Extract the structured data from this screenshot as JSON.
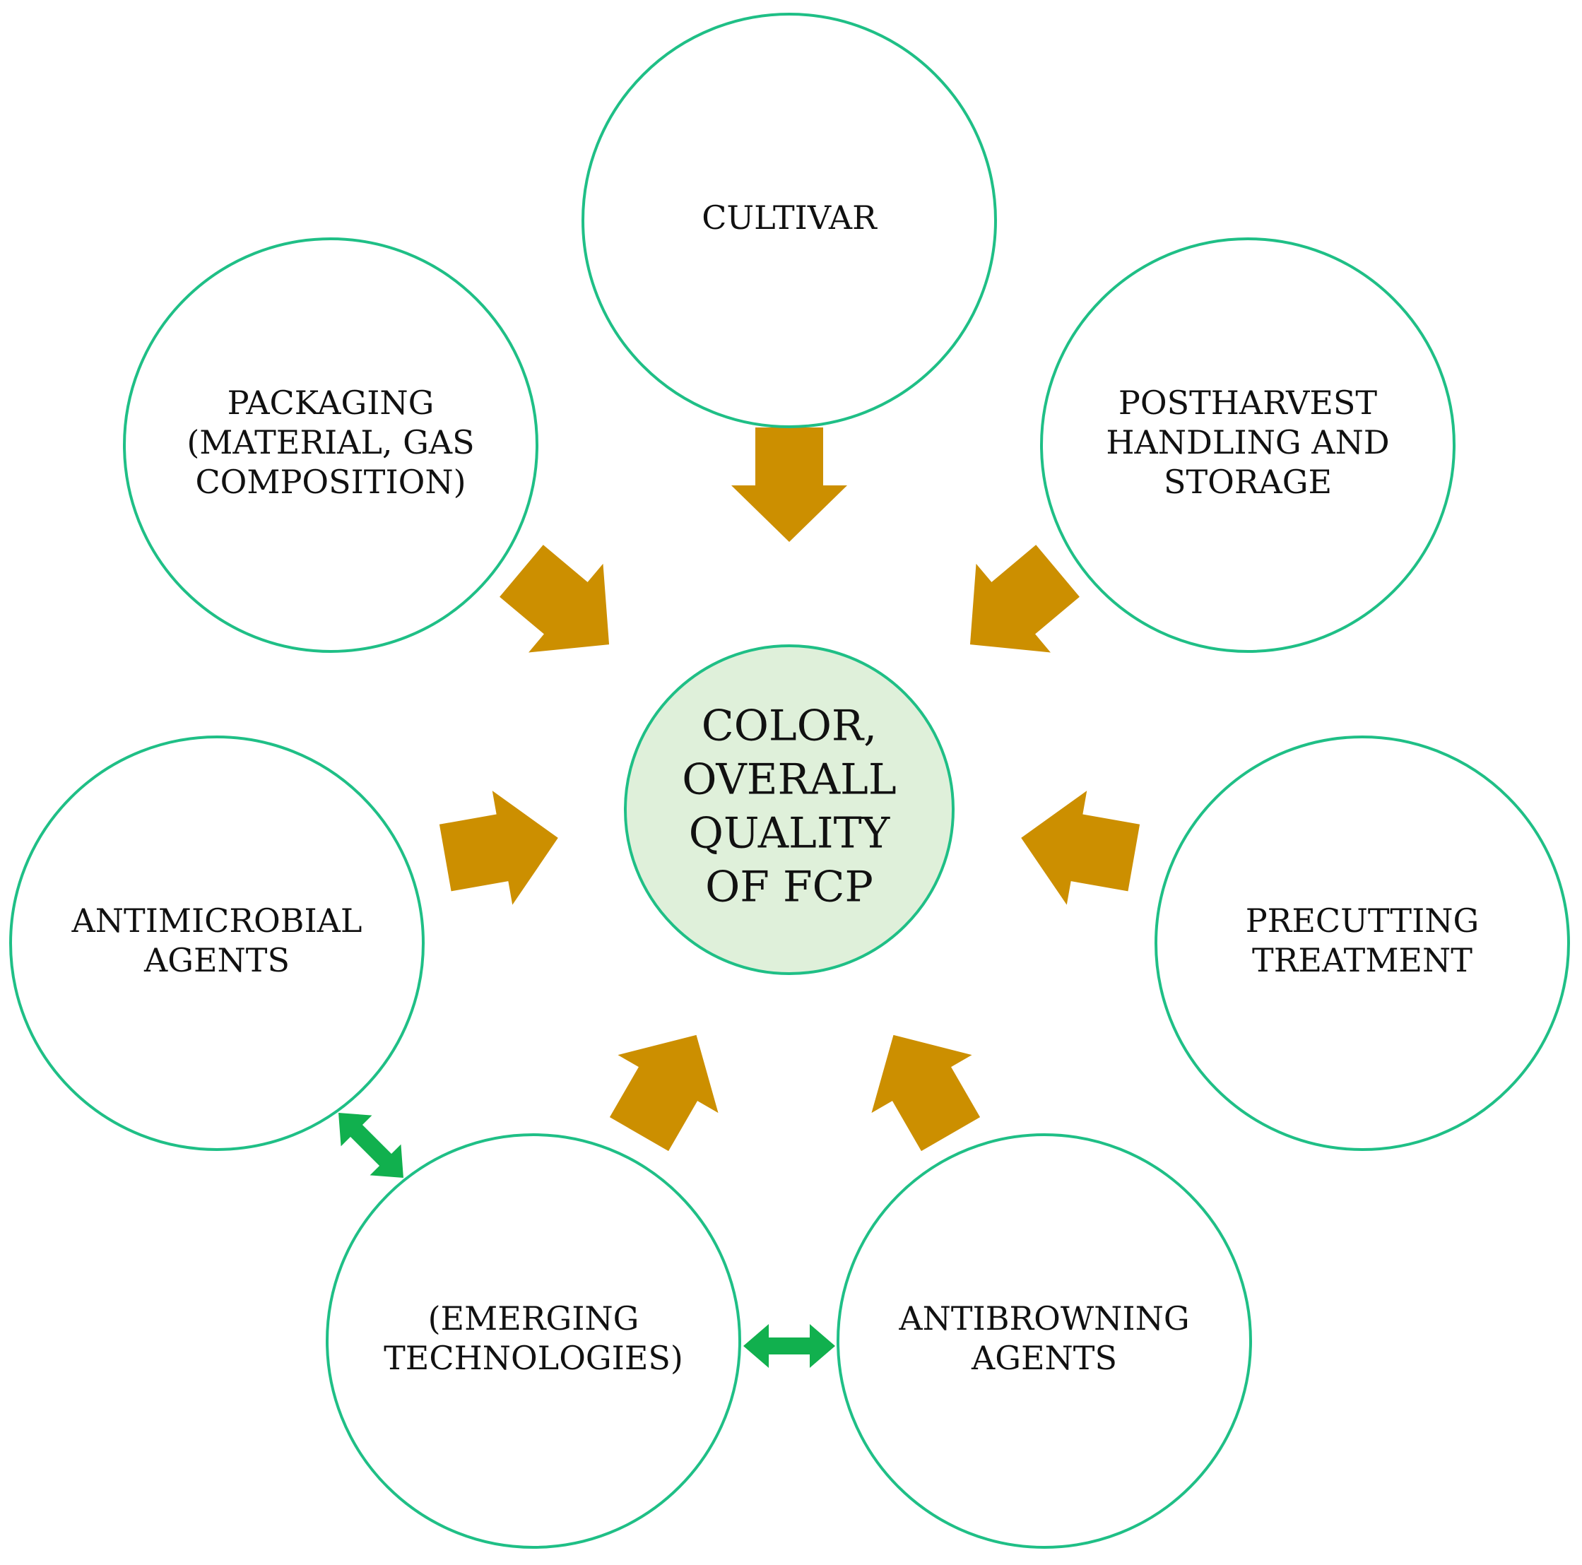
{
  "colors": {
    "circle_stroke": "#1fbf86",
    "center_fill": "#dff0da",
    "influence_arrow": "#cc8f00",
    "link_arrow": "#11b04e"
  },
  "center": {
    "lines": [
      "COLOR,",
      "OVERALL",
      "QUALITY",
      "OF FCP"
    ]
  },
  "factors": [
    {
      "id": "cultivar",
      "lines": [
        "CULTIVAR"
      ]
    },
    {
      "id": "postharvest",
      "lines": [
        "POSTHARVEST",
        "HANDLING  AND",
        "STORAGE"
      ]
    },
    {
      "id": "precutting",
      "lines": [
        "PRECUTTING",
        "TREATMENT"
      ]
    },
    {
      "id": "antibrowning",
      "lines": [
        "ANTIBROWNING",
        "AGENTS"
      ]
    },
    {
      "id": "emerging",
      "lines": [
        "(EMERGING",
        "TECHNOLOGIES)"
      ]
    },
    {
      "id": "antimicrobial",
      "lines": [
        "ANTIMICROBIAL",
        "AGENTS"
      ]
    },
    {
      "id": "packaging",
      "lines": [
        "PACKAGING",
        "(MATERIAL,  GAS",
        "COMPOSITION)"
      ]
    }
  ],
  "links": [
    {
      "from": "antimicrobial",
      "to": "emerging",
      "type": "double-arrow"
    },
    {
      "from": "emerging",
      "to": "antibrowning",
      "type": "double-arrow"
    }
  ]
}
